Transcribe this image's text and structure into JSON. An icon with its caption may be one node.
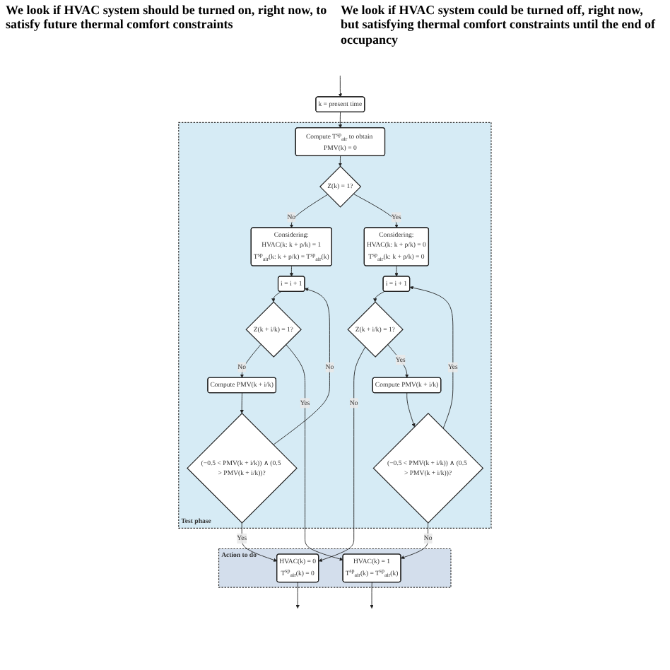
{
  "diagram": {
    "nodes": [
      {
        "text": [
          "k = present time"
        ]
      },
      {
        "text": [
          "Test phase"
        ]
      },
      {
        "text": [
          "Compute T$^{sp}$$_{air}$ to obtain PMV(k) = 0"
        ],
        "in": 1
      },
      {
        "text": [
          "Z(k) = 1?"
        ],
        "in": 1
      },
      {
        "text": [
          "Considering:",
          "HVAC(k: k + p/k) = 1",
          "T$^{sp}$$_{air}$(k: k + p/k) = T$^{sp}$$_{air}$(k)"
        ],
        "in": 1
      },
      {
        "text": [
          "Considering:",
          "HVAC(k: k + p/k) = 0",
          "T$^{sp}$$_{air}$(k: k + p/k) = 0"
        ],
        "in": 1
      },
      {
        "text": [
          "i = i + 1"
        ],
        "in": 1
      },
      {
        "text": [
          "i = i + 1"
        ],
        "in": 1
      },
      {
        "text": [
          "Z(k + i/k) = 1?"
        ],
        "in": 1
      },
      {
        "text": [
          "Z(k + i/k) = 1?"
        ],
        "in": 1
      },
      {
        "text": [
          "Compute PMV(k + i/k)"
        ],
        "in": 1
      },
      {
        "text": [
          "Compute PMV(k + i/k)"
        ],
        "in": 1
      },
      {
        "text": [
          "(−0.5 < PMV(k + i/k)) ∧ (0.5 > PMV(k + i/k))?"
        ],
        "in": 1
      },
      {
        "text": [
          "(−0.5 < PMV(k + i/k)) ∧ (0.5 > PMV(k + i/k))?"
        ],
        "in": 1
      },
      {
        "text": [
          "Action to do"
        ]
      },
      {
        "text": [
          "HVAC(k) = 0",
          "T$^{sp}$$_{air}$(k) = 0"
        ],
        "in": 14
      },
      {
        "text": [
          "HVAC(k) = 1",
          "T$^{sp}$$_{air}$(k) = T$^{sp}$$_{air}$(k)"
        ],
        "in": 14
      }
    ],
    "edges": [
      {
        "from": null,
        "to": 0,
        "arrow": "to"
      },
      {
        "from": 0,
        "to": 2,
        "arrow": "to"
      },
      {
        "from": 2,
        "to": 3,
        "arrow": "to"
      },
      {
        "from": 3,
        "to": 4,
        "arrow": "to",
        "label": "No"
      },
      {
        "from": 3,
        "to": 5,
        "arrow": "to",
        "label": "Yes"
      },
      {
        "from": 4,
        "to": 6,
        "arrow": "to"
      },
      {
        "from": 5,
        "to": 7,
        "arrow": "to"
      },
      {
        "from": 6,
        "to": 8,
        "arrow": "to"
      },
      {
        "from": 7,
        "to": 9,
        "arrow": "to"
      },
      {
        "from": 8,
        "to": 10,
        "arrow": "to",
        "label": "No"
      },
      {
        "from": 8,
        "to": 16,
        "arrow": "to",
        "label": "Yes"
      },
      {
        "from": 9,
        "to": 15,
        "arrow": "to",
        "label": "No"
      },
      {
        "from": 9,
        "to": 11,
        "arrow": "to",
        "label": "Yes"
      },
      {
        "from": 10,
        "to": 12,
        "arrow": "to"
      },
      {
        "from": 11,
        "to": 13,
        "arrow": "to"
      },
      {
        "from": 12,
        "to": 6,
        "arrow": "to",
        "label": "No"
      },
      {
        "from": 12,
        "to": 15,
        "arrow": "to",
        "label": "Yes"
      },
      {
        "from": 13,
        "to": 7,
        "arrow": "to",
        "label": "Yes"
      },
      {
        "from": 13,
        "to": 16,
        "arrow": "to",
        "label": "No"
      },
      {
        "from": 15,
        "to": null,
        "arrow": "to"
      },
      {
        "from": 16,
        "to": null,
        "arrow": "to"
      }
    ],
    "labels": [
      "We look if HVAC system should be turned on, right now, to satisfy future thermal comfort constraints",
      "We look if HVAC system could be turned off, right now, but satisfying thermal comfort constraints until the end of occupancy"
    ]
  }
}
